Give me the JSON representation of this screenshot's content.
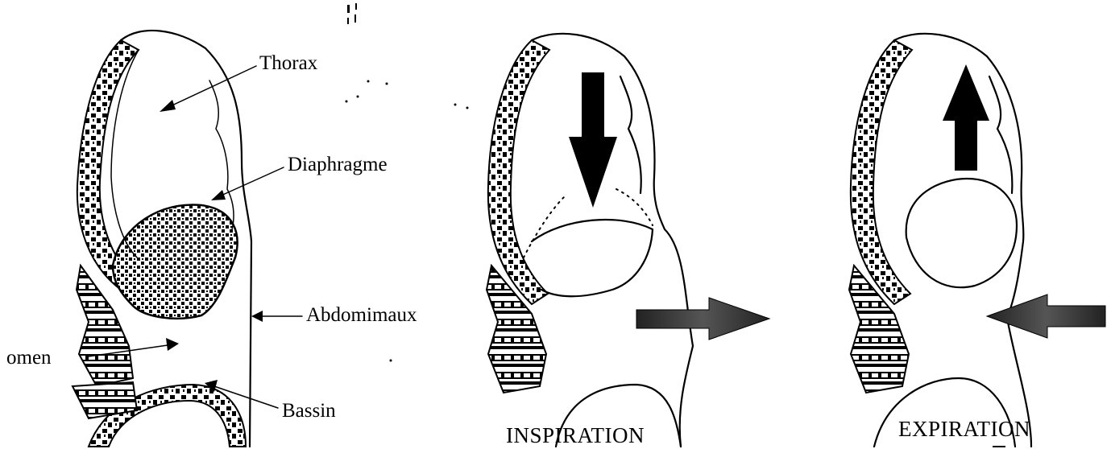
{
  "figures": [
    {
      "labels": {
        "thorax": "Thorax",
        "diaphragme": "Diaphragme",
        "abdominaux": "Abdomimaux",
        "abdomen": "omen",
        "bassin": "Bassin"
      }
    },
    {
      "caption": "INSPIRATION",
      "diaphragm_motion": "down",
      "abdomen_motion": "outward"
    },
    {
      "caption": "EXPIRATION",
      "diaphragm_motion": "up",
      "abdomen_motion": "inward"
    }
  ],
  "colors": {
    "ink": "#000000",
    "paper": "#ffffff",
    "arrow_fill": "#333333"
  }
}
